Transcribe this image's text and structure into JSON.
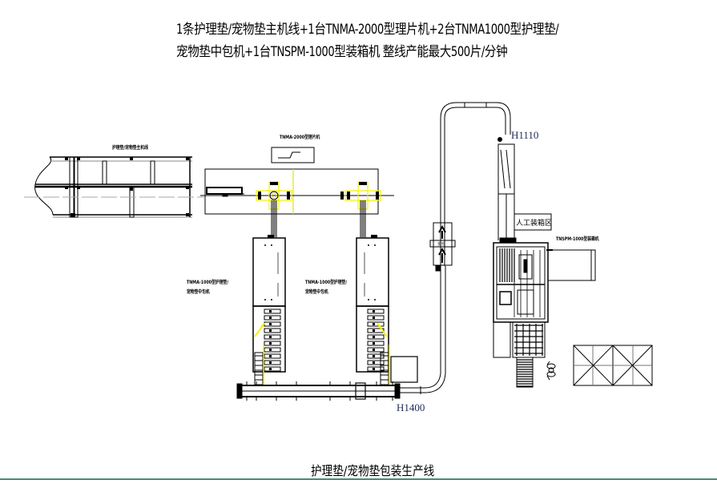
{
  "title": {
    "line1": "1条护理垫/宠物垫主机线+1台TNMA-2000型理片机+2台TNMA1000型护理垫/",
    "line2": "宠物垫中包机+1台TNSPM-1000型装箱机 整线产能最大500片/分钟"
  },
  "labels": {
    "main_line": "护理垫/宠物垫主机线",
    "sorter": "TNMA-2000型理片机",
    "packer_left_1": "TNMA-1000型护理垫/",
    "packer_left_2": "宠物垫中包机",
    "packer_right_1": "TNMA-1000型护理垫/",
    "packer_right_2": "宠物垫中包机",
    "check_station": "金检",
    "manual_packing_zone": "人工装箱区",
    "case_packer": "TNSPM-1000型装箱机",
    "elevator_code": "H1110",
    "conveyor_code": "H1400"
  },
  "footer": {
    "caption": "护理垫/宠物垫包装生产线"
  },
  "colors": {
    "line": "#000000",
    "highlight": "#f2f200",
    "code_text": "#1e2a55",
    "footer_rule": "#4a8a72"
  }
}
